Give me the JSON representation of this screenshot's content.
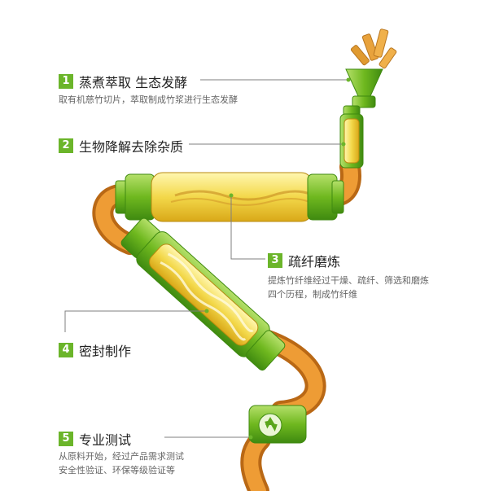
{
  "colors": {
    "accent": "#6bb52a",
    "tube_green": "#7cc52a",
    "tube_orange": "#e7912b",
    "chamber_yellow": "#f3d84a"
  },
  "steps": [
    {
      "num": "1",
      "title": "蒸煮萃取 生态发酵",
      "desc": [
        "取有机慈竹切片，萃取制成竹浆进行生态发酵"
      ]
    },
    {
      "num": "2",
      "title": "生物降解去除杂质",
      "desc": []
    },
    {
      "num": "3",
      "title": "疏纤磨炼",
      "desc": [
        "提炼竹纤维经过干燥、疏纤、筛选和磨炼",
        "四个历程，制成竹纤维"
      ]
    },
    {
      "num": "4",
      "title": "密封制作",
      "desc": []
    },
    {
      "num": "5",
      "title": "专业测试",
      "desc": [
        "从原料开始，经过产品需求测试",
        "安全性验证、环保等级验证等"
      ]
    }
  ],
  "icons": {
    "bamboo": "bamboo-sticks-icon",
    "recycle": "recycle-icon"
  }
}
